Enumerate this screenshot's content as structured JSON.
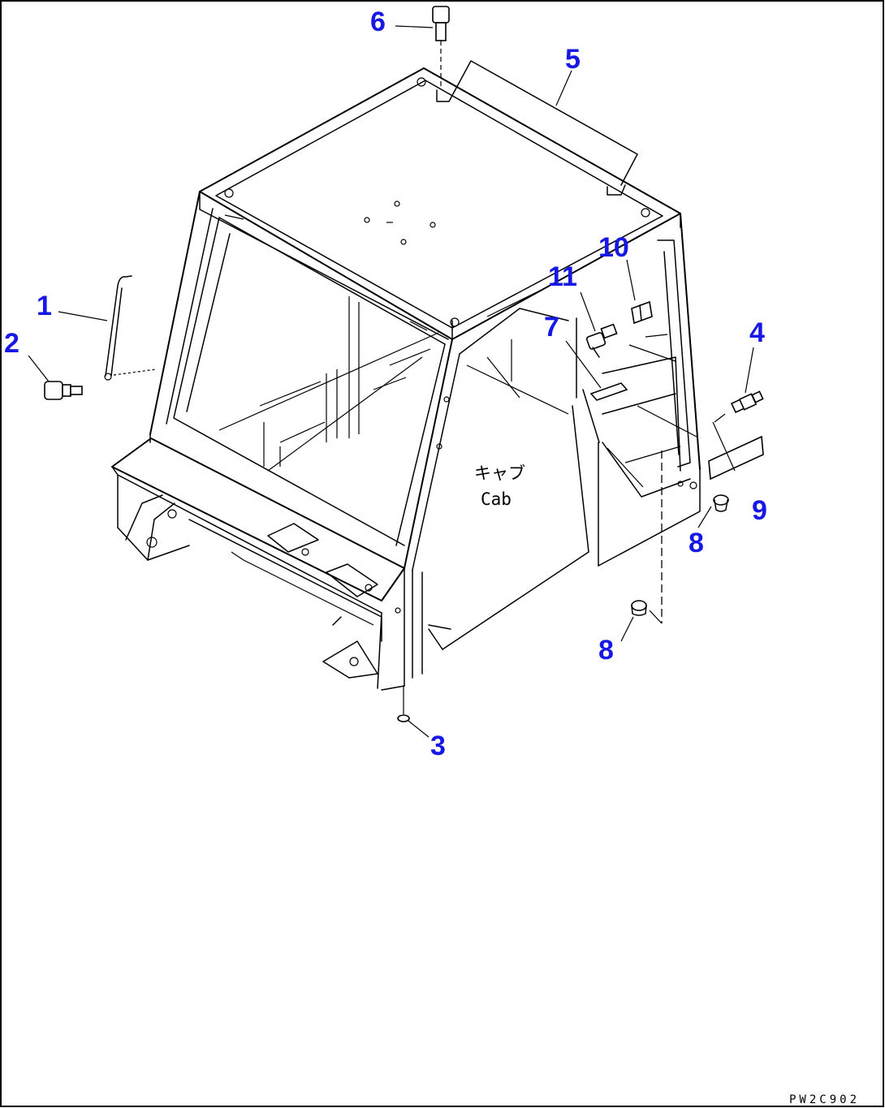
{
  "diagram": {
    "callouts": [
      {
        "id": "1",
        "label": "1"
      },
      {
        "id": "2",
        "label": "2"
      },
      {
        "id": "3",
        "label": "3"
      },
      {
        "id": "4",
        "label": "4"
      },
      {
        "id": "5",
        "label": "5"
      },
      {
        "id": "6",
        "label": "6"
      },
      {
        "id": "7",
        "label": "7"
      },
      {
        "id": "8a",
        "label": "8"
      },
      {
        "id": "8b",
        "label": "8"
      },
      {
        "id": "9",
        "label": "9"
      },
      {
        "id": "10",
        "label": "10"
      },
      {
        "id": "11",
        "label": "11"
      }
    ],
    "cab_label_jp": "キャブ",
    "cab_label_en": "Cab",
    "drawing_code": "PW2C902",
    "callout_color": "#1818e6",
    "line_color": "#000000"
  }
}
